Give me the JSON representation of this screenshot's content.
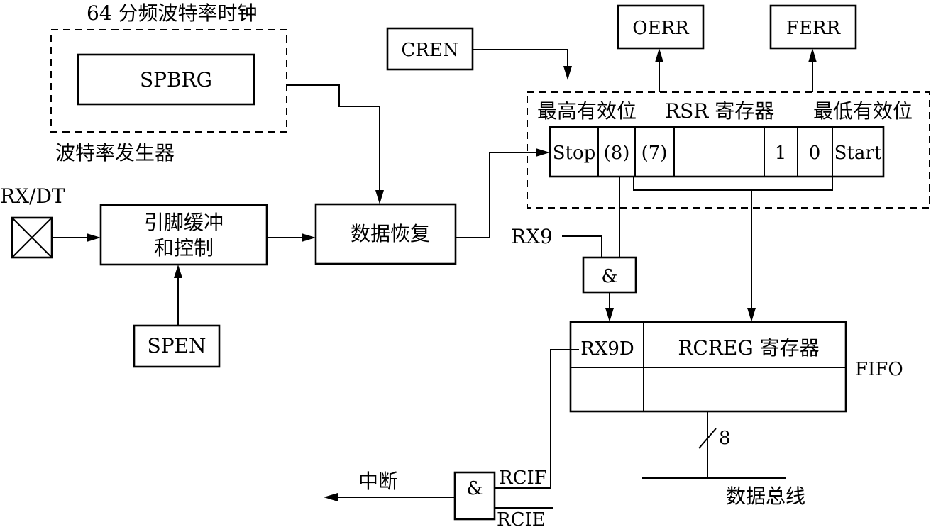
{
  "baud_generator": {
    "clock_label": "64 分频波特率时钟",
    "register": "SPBRG",
    "caption": "波特率发生器"
  },
  "pin": {
    "label": "RX/DT"
  },
  "pin_buffer": {
    "line1": "引脚缓冲",
    "line2": "和控制"
  },
  "spen": "SPEN",
  "data_recovery": "数据恢复",
  "cren": "CREN",
  "oerr": "OERR",
  "ferr": "FERR",
  "rsr": {
    "msb_label": "最高有效位",
    "title": "RSR 寄存器",
    "lsb_label": "最低有效位",
    "cells": [
      "Stop",
      "(8)",
      "(7)",
      "",
      "1",
      "0",
      "Start"
    ]
  },
  "rx9": "RX9",
  "and_gate_symbol": "&",
  "rcreg": {
    "rx9d": "RX9D",
    "title": "RCREG 寄存器",
    "fifo": "FIFO"
  },
  "bus_width": "8",
  "data_bus": "数据总线",
  "interrupt": {
    "label": "中断",
    "rcif": "RCIF",
    "rcie": "RCIE"
  }
}
